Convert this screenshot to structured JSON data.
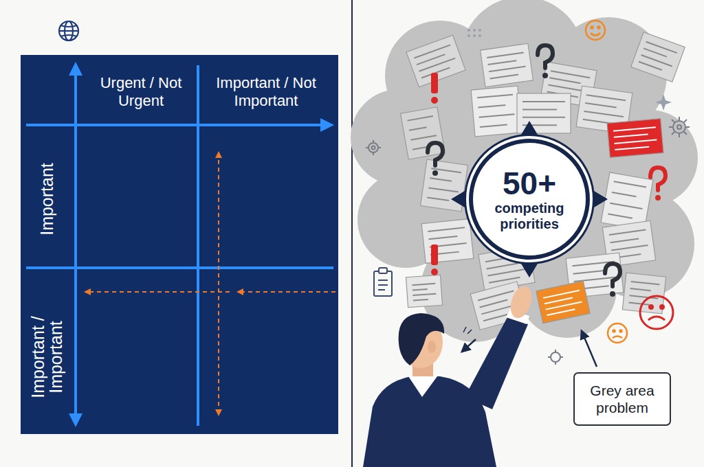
{
  "diagram": {
    "nodes": [
      {
        "text": [
          "Urgent / Not Urgent",
          "Important / Not Important",
          "Important",
          "Important / Important"
        ]
      },
      {
        "text": [
          "50+",
          "competing priorities"
        ]
      },
      {
        "text": [
          "Grey area problem"
        ]
      }
    ]
  }
}
